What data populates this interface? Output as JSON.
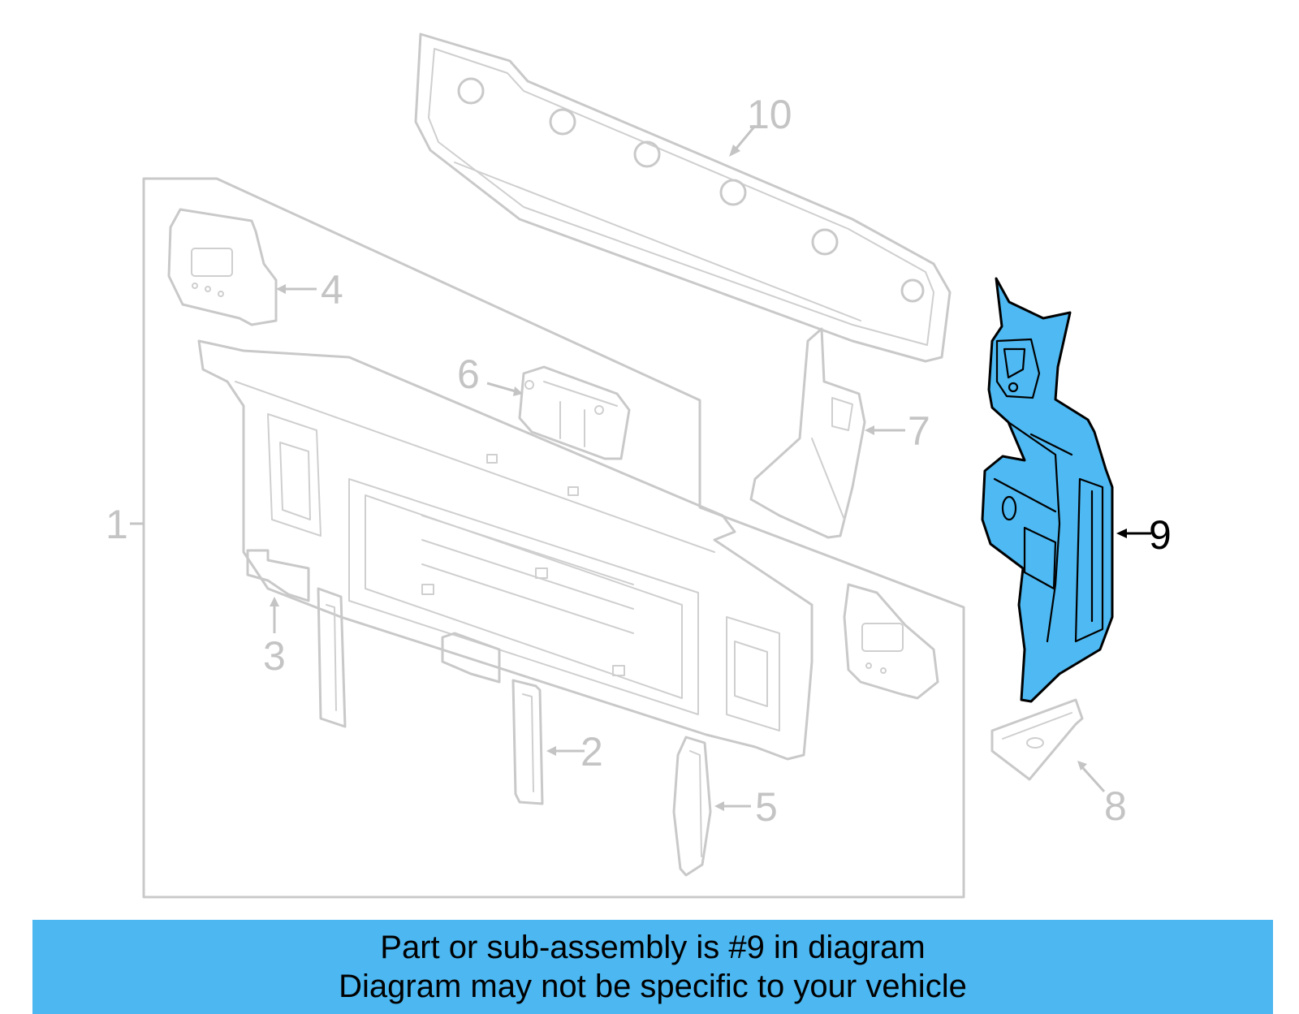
{
  "diagram": {
    "highlight_color": "#4eb9f2",
    "highlighted_part": "9",
    "callouts": {
      "c1": "1",
      "c2": "2",
      "c3": "3",
      "c4": "4",
      "c5": "5",
      "c6": "6",
      "c7": "7",
      "c8": "8",
      "c9": "9",
      "c10": "10"
    }
  },
  "banner": {
    "color": "#4cb7f0",
    "line1": "Part or sub-assembly is #9 in diagram",
    "line2": "Diagram may not be specific to your vehicle"
  }
}
